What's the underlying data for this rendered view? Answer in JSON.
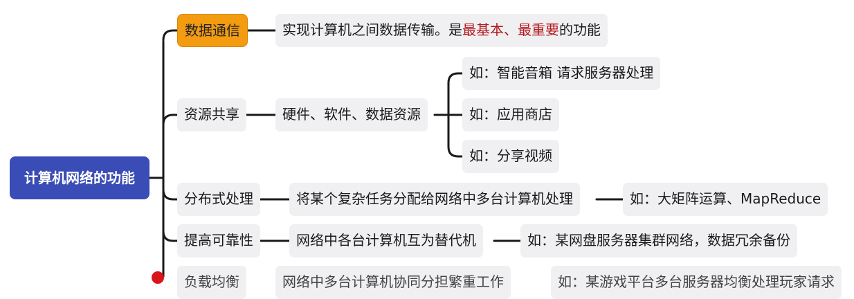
{
  "root": "计算机网络的功能",
  "branches": [
    {
      "label": "数据通信",
      "desc_a": "实现计算机之间数据传输。是",
      "desc_b": "最基本、最重要",
      "desc_c": "的功能"
    },
    {
      "label": "资源共享",
      "desc": "硬件、软件、数据资源",
      "examples": [
        "如：智能音箱 请求服务器处理",
        "如：应用商店",
        "如：分享视频"
      ]
    },
    {
      "label": "分布式处理",
      "desc": "将某个复杂任务分配给网络中多台计算机处理",
      "example": "如：大矩阵运算、MapReduce"
    },
    {
      "label": "提高可靠性",
      "desc": "网络中各台计算机互为替代机",
      "example": "如：某网盘服务器集群网络，数据冗余备份"
    },
    {
      "label": "负载均衡",
      "desc": "网络中多台计算机协同分担繁重工作",
      "example": "如：某游戏平台多台服务器均衡处理玩家请求"
    }
  ],
  "colors": {
    "root": "#3a4cb6",
    "highlight": "#f39c12",
    "emphasis": "#b3161b",
    "node": "#f0f0f3"
  }
}
